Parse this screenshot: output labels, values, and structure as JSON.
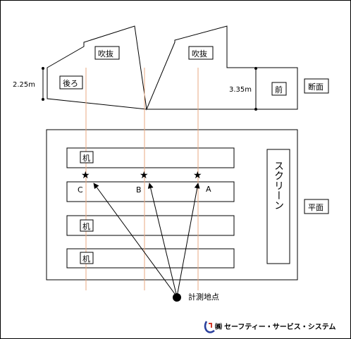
{
  "section": {
    "voids": [
      "吹抜",
      "吹抜"
    ],
    "rear_label": "後ろ",
    "front_label": "前",
    "rear_height": "2.25m",
    "front_height": "3.35m",
    "title": "断面"
  },
  "plan": {
    "title": "平面",
    "desk_label": "机",
    "screen_label": "スクリーン",
    "positions": [
      "A",
      "B",
      "C"
    ],
    "star": "★",
    "measure_point": "計測地点"
  },
  "brand": {
    "logo_mark": "㈱",
    "company": "セーフティー・サービス・システム"
  },
  "colors": {
    "guide_line": "#e8a880",
    "stroke": "#000000",
    "logo_blue": "#2a3f9c",
    "logo_red": "#d23a2a"
  }
}
